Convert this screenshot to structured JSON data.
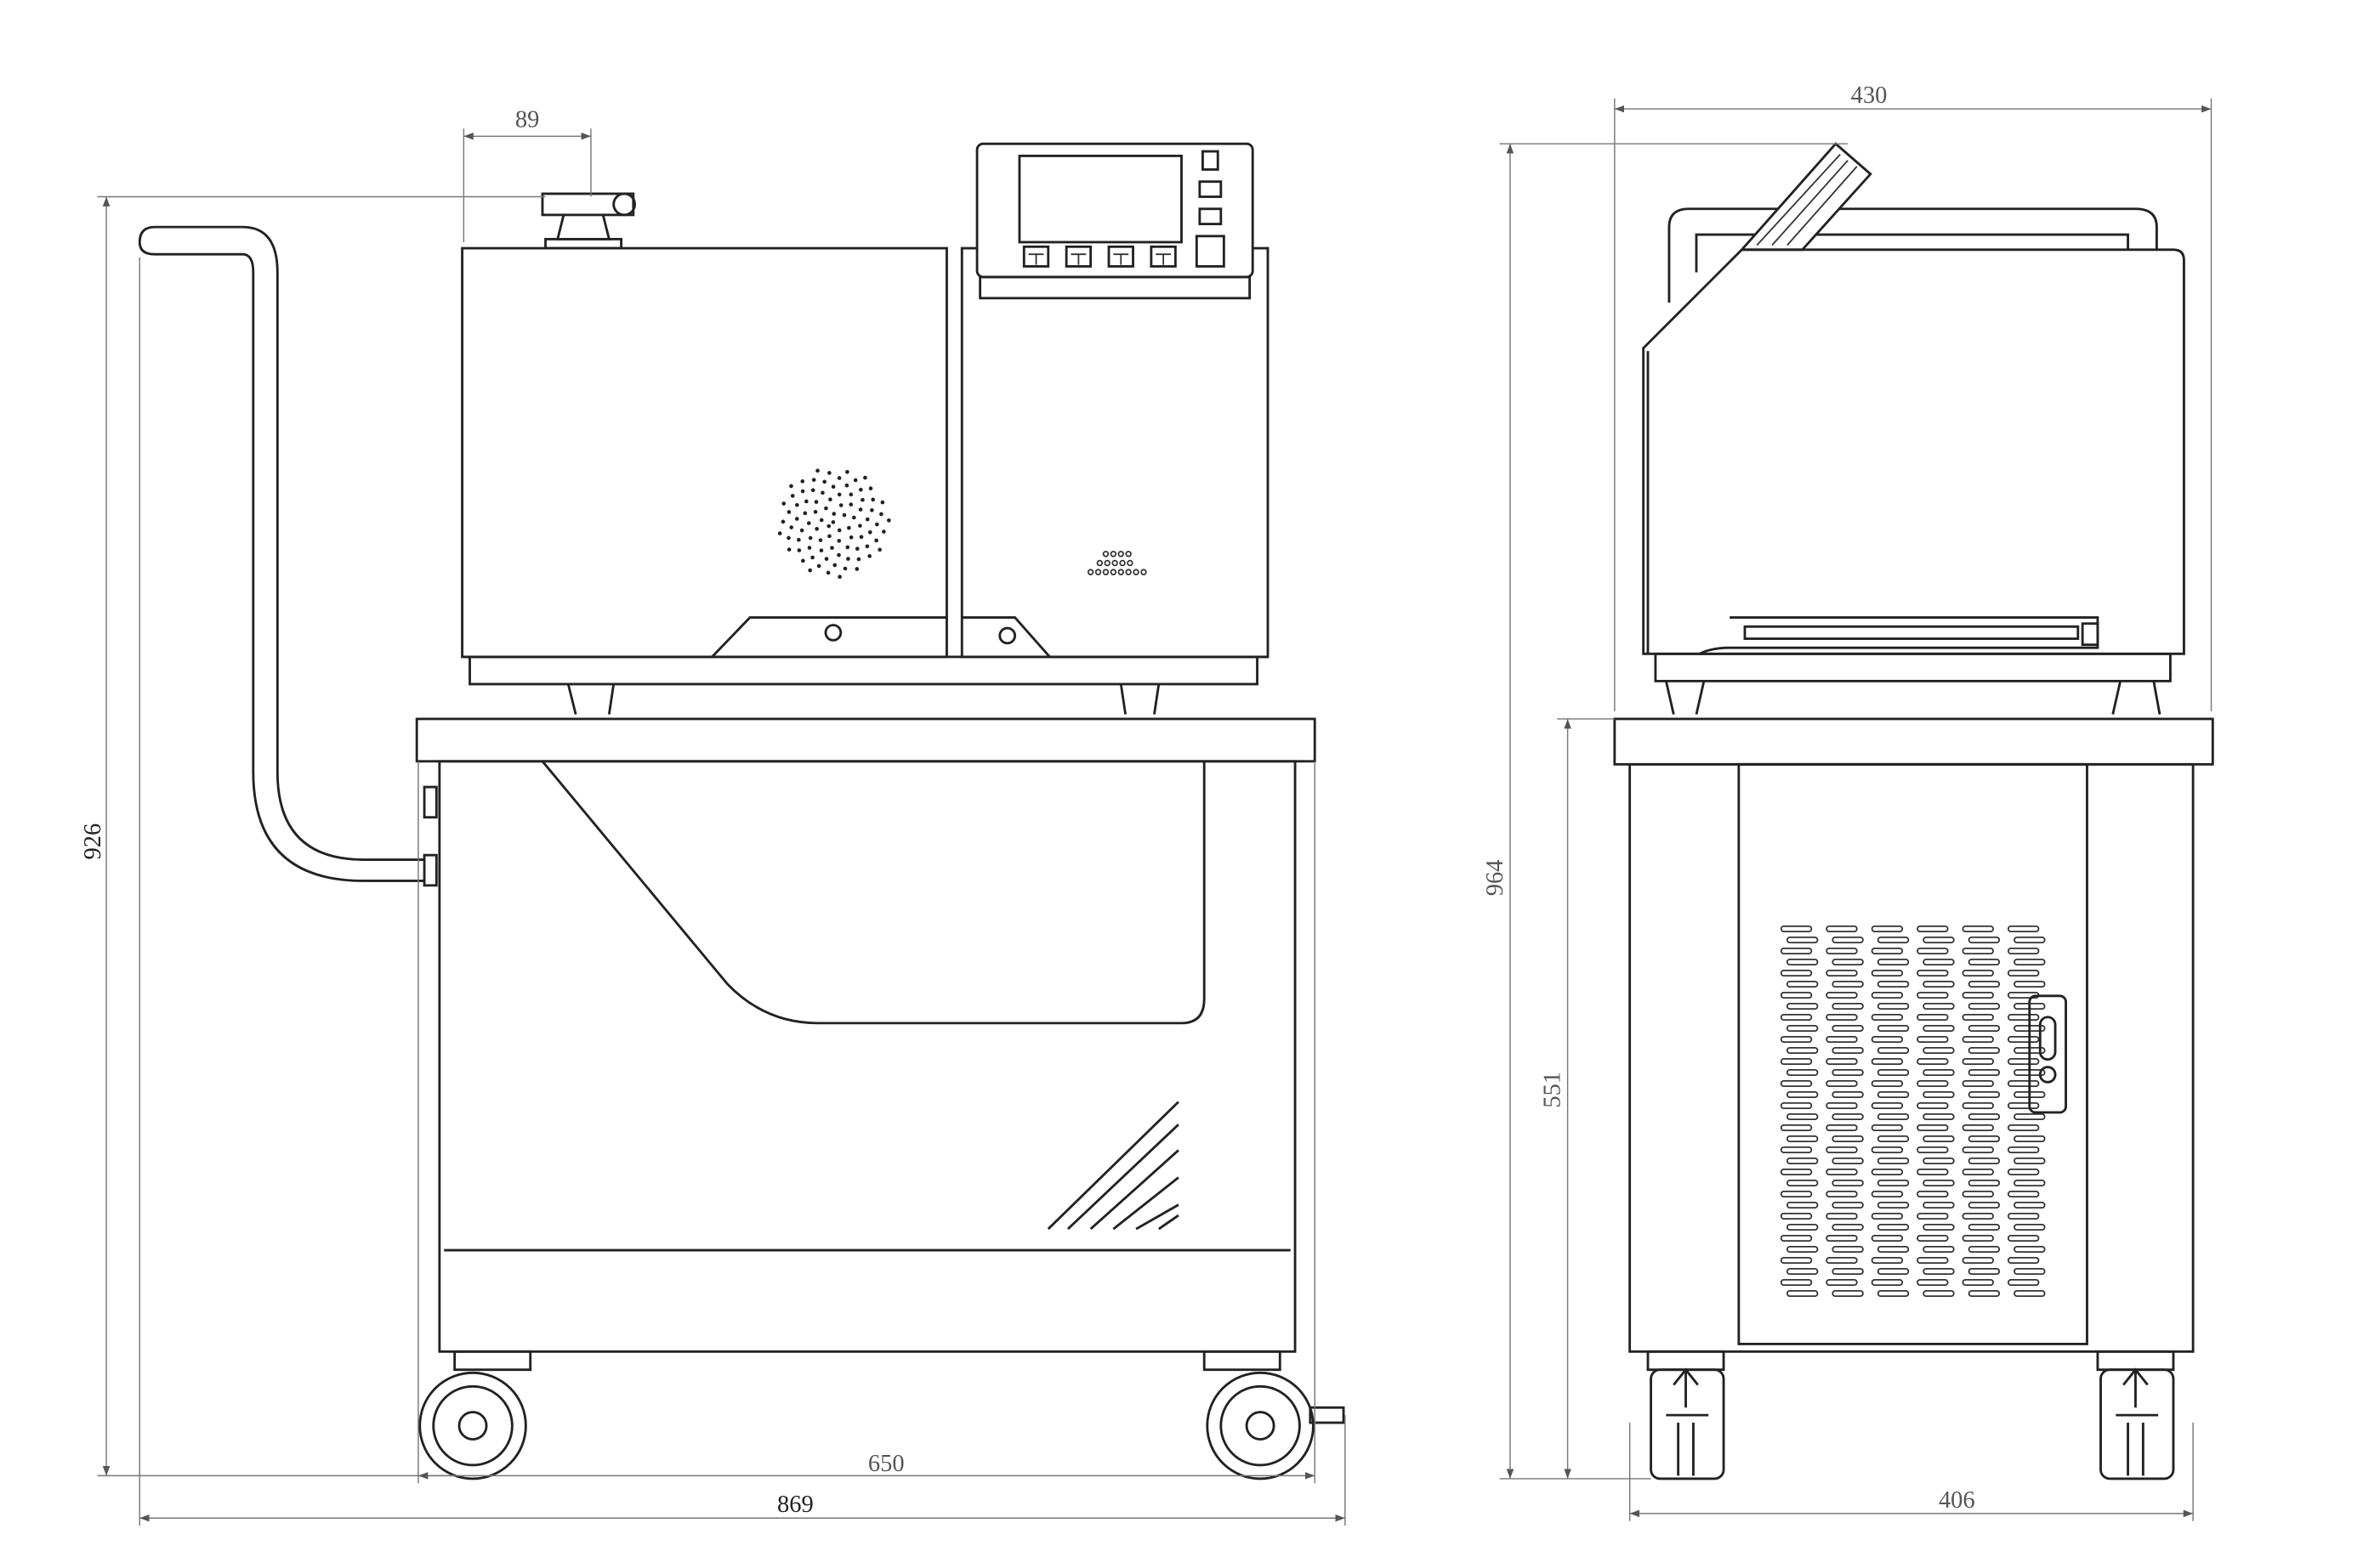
{
  "title": "Machine on trolley - front and side elevation drawing",
  "front_view": {
    "dimensions": {
      "clamp_width": "89",
      "overall_height": "926",
      "wheelbase_width": "650",
      "overall_width": "869"
    }
  },
  "side_view": {
    "dimensions": {
      "overall_depth": "430",
      "overall_height": "964",
      "cabinet_height": "551",
      "base_depth": "406"
    }
  }
}
